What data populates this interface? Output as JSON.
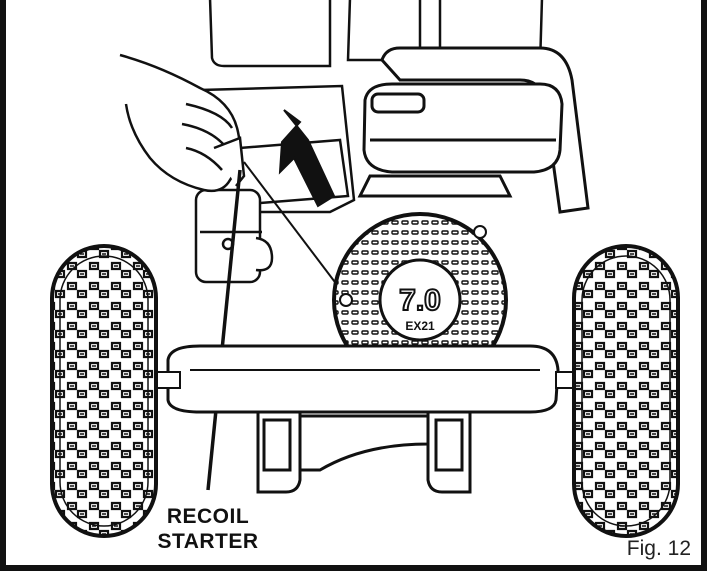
{
  "callout": {
    "line1": "RECOIL",
    "line2": "STARTER"
  },
  "figure_label": "Fig. 12",
  "engine_badge": {
    "size": "7.0",
    "model": "EX21"
  },
  "colors": {
    "ink": "#111111",
    "paper": "#ffffff"
  }
}
